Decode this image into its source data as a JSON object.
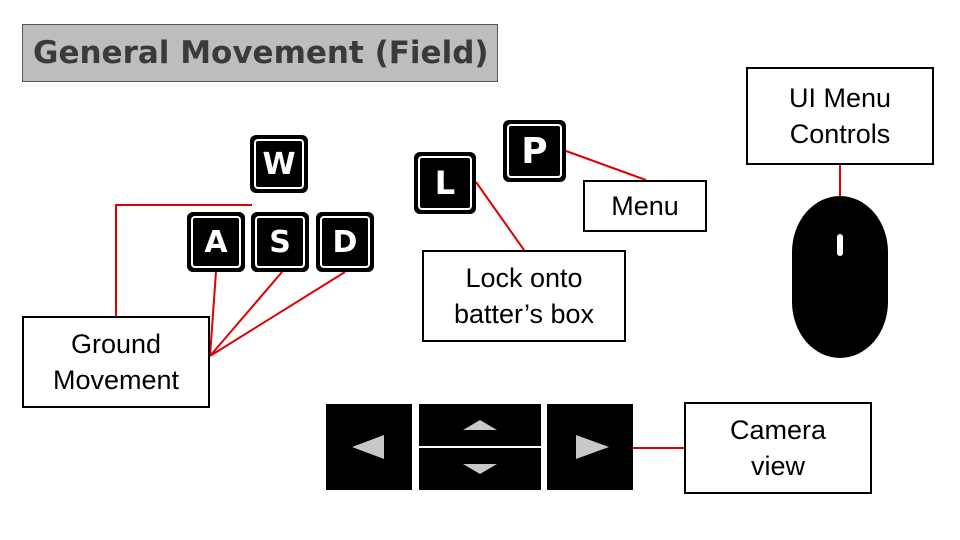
{
  "title": "General Movement (Field)",
  "keys": {
    "w": "W",
    "a": "A",
    "s": "S",
    "d": "D",
    "l": "L",
    "p": "P"
  },
  "labels": {
    "ground_movement": "Ground\nMovement",
    "lock_onto": "Lock onto\nbatter’s box",
    "menu": "Menu",
    "ui_menu_controls": "UI Menu\nControls",
    "camera_view": "Camera\nview"
  },
  "colors": {
    "connector": "#e00000",
    "title_bg": "#bdbdbd",
    "key_bg": "#000000",
    "arrow_glyph": "#c8c8c8"
  },
  "icons": {
    "mouse": "mouse-icon",
    "left_arrow": "left-arrow-icon",
    "up_arrow": "up-arrow-icon",
    "down_arrow": "down-arrow-icon",
    "right_arrow": "right-arrow-icon"
  }
}
